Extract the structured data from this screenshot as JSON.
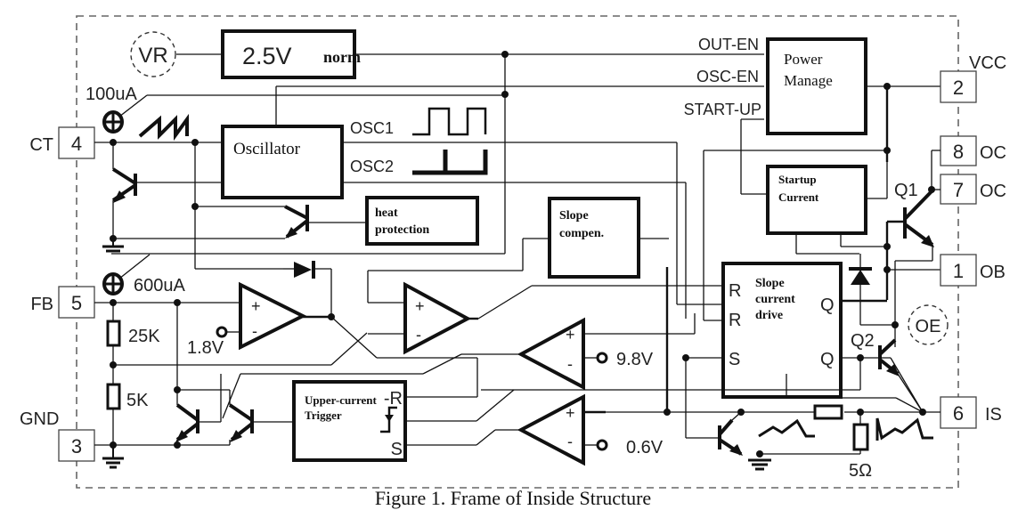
{
  "figure": {
    "caption": "Figure 1. Frame of Inside Structure"
  },
  "reference": {
    "vr_label": "VR",
    "vref_value": "2.5V",
    "vref_suffix": "norm"
  },
  "blocks": {
    "oscillator": "Oscillator",
    "power_manage_line1": "Power",
    "power_manage_line2": "Manage",
    "startup_current_line1": "Startup",
    "startup_current_line2": "Current",
    "heat_protection_line1": "heat",
    "heat_protection_line2": "protection",
    "slope_compen_line1": "Slope",
    "slope_compen_line2": "compen.",
    "slope_drive_line1": "Slope",
    "slope_drive_line2": "current",
    "slope_drive_line3": "drive",
    "upper_trigger_line1": "Upper-current",
    "upper_trigger_line2": "Trigger"
  },
  "signals": {
    "out_en": "OUT-EN",
    "osc_en": "OSC-EN",
    "start_up": "START-UP",
    "osc1": "OSC1",
    "osc2": "OSC2"
  },
  "pins": [
    {
      "number": "4",
      "name": "CT"
    },
    {
      "number": "5",
      "name": "FB"
    },
    {
      "number": "3",
      "name": "GND"
    },
    {
      "number": "2",
      "name": "VCC"
    },
    {
      "number": "8",
      "name": "OC"
    },
    {
      "number": "7",
      "name": "OC"
    },
    {
      "number": "1",
      "name": "OB"
    },
    {
      "number": "6",
      "name": "IS"
    }
  ],
  "components": {
    "current_source_ct": "100uA",
    "current_source_fb": "600uA",
    "r_top": "25K",
    "r_bottom": "5K",
    "r_sense": "5Ω",
    "vref_comp1": "1.8V",
    "vref_comp3": "9.8V",
    "vref_comp4": "0.6V",
    "transistor_q1": "Q1",
    "transistor_q2": "Q2",
    "oe_label": "OE"
  },
  "flipflop_pins": {
    "r1": "R",
    "r2": "R",
    "s": "S",
    "q1": "Q",
    "q2": "Q",
    "trig_r": "-R",
    "trig_s": "S"
  },
  "opamp_signs": {
    "plus": "+",
    "minus": "-"
  }
}
